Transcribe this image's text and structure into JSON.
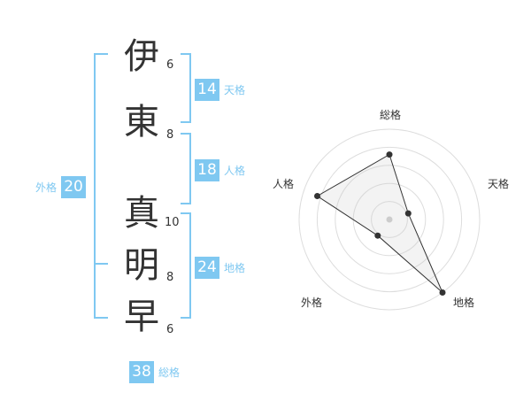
{
  "name_chars": [
    {
      "char": "伊",
      "strokes": "6"
    },
    {
      "char": "東",
      "strokes": "8"
    },
    {
      "char": "真",
      "strokes": "10"
    },
    {
      "char": "明",
      "strokes": "8"
    },
    {
      "char": "早",
      "strokes": "6"
    }
  ],
  "fortunes": {
    "tenkaku": {
      "value": "14",
      "label": "天格"
    },
    "jinkaku": {
      "value": "18",
      "label": "人格"
    },
    "chikaku": {
      "value": "24",
      "label": "地格"
    },
    "gaikaku": {
      "value": "20",
      "label": "外格"
    },
    "soukaku": {
      "value": "38",
      "label": "総格"
    }
  },
  "colors": {
    "accent": "#7fc8f1",
    "text": "#333333"
  },
  "chart_data": {
    "type": "radar",
    "axes": [
      "総格",
      "天格",
      "地格",
      "外格",
      "人格"
    ],
    "values": [
      0.72,
      0.22,
      1.0,
      0.22,
      0.84
    ],
    "range": [
      0,
      1
    ],
    "rings": 5
  }
}
